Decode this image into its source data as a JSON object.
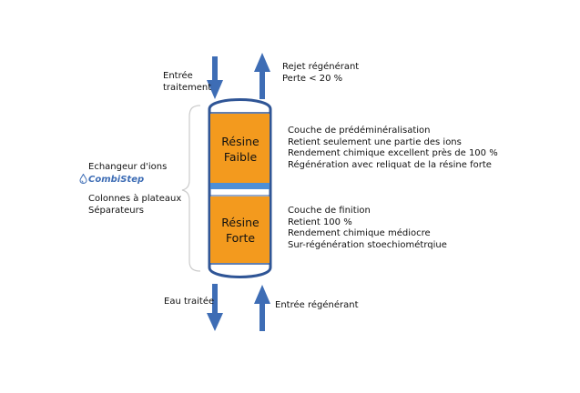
{
  "inlet_treatment": [
    "Entrée",
    "traitement"
  ],
  "reject_regen": [
    "Rejet régénérant",
    "Perte < 20 %"
  ],
  "top_layer": {
    "name": [
      "Résine",
      "Faible"
    ],
    "description": [
      "Couche de prédéminéralisation",
      "Retient seulement une partie des ions",
      "Rendement chimique excellent près de 100 %",
      "Régénération avec reliquat de la résine forte"
    ]
  },
  "bottom_layer": {
    "name": [
      "Résine",
      "Forte"
    ],
    "description": [
      "Couche de finition",
      "Retient 100 %",
      "Rendement chimique médiocre",
      "Sur-régénération stoechiométrqiue"
    ]
  },
  "exchanger": {
    "label": "Echangeur d'ions",
    "brand": "CombiStep",
    "columns": [
      "Colonnes à plateaux",
      "Séparateurs"
    ]
  },
  "outlet_treated": "Eau traitée",
  "inlet_regen": "Entrée régénérant",
  "colors": {
    "arrow": "#3e6db5",
    "resin": "#f39a1e",
    "column_outline": "#2f5596",
    "separator": "#4e8fd6"
  },
  "icons": [
    "water-drop-icon"
  ]
}
